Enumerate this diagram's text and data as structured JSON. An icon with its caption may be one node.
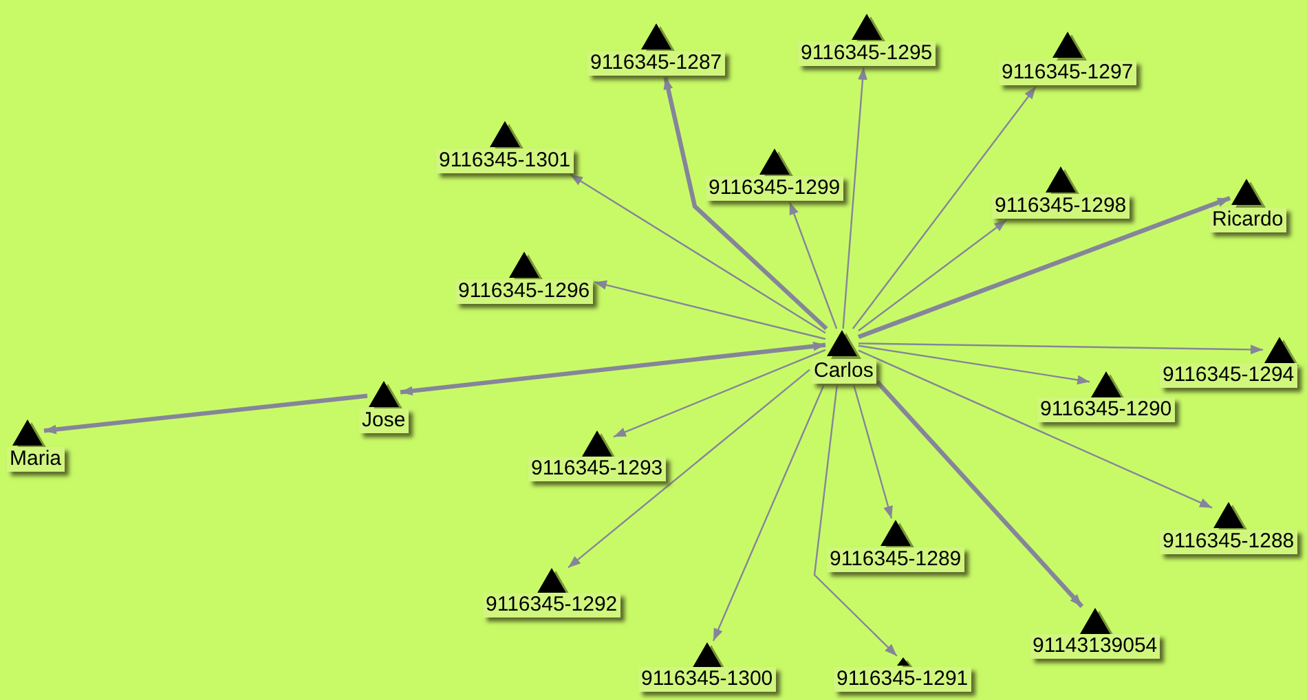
{
  "diagram": {
    "nodes": [
      {
        "text": [
          "9116345-1287"
        ]
      },
      {
        "text": [
          "9116345-1295"
        ]
      },
      {
        "text": [
          "9116345-1297"
        ]
      },
      {
        "text": [
          "9116345-1301"
        ]
      },
      {
        "text": [
          "9116345-1299"
        ]
      },
      {
        "text": [
          "9116345-1298"
        ]
      },
      {
        "text": [
          "Ricardo"
        ]
      },
      {
        "text": [
          "9116345-1296"
        ]
      },
      {
        "text": [
          "Carlos"
        ]
      },
      {
        "text": [
          "9116345-1294"
        ]
      },
      {
        "text": [
          "9116345-1290"
        ]
      },
      {
        "text": [
          "Jose"
        ]
      },
      {
        "text": [
          "Maria"
        ]
      },
      {
        "text": [
          "9116345-1293"
        ]
      },
      {
        "text": [
          "9116345-1288"
        ]
      },
      {
        "text": [
          "9116345-1289"
        ]
      },
      {
        "text": [
          "9116345-1292"
        ]
      },
      {
        "text": [
          "91143139054"
        ]
      },
      {
        "text": [
          "9116345-1300"
        ]
      },
      {
        "text": [
          "9116345-1291"
        ]
      }
    ],
    "edges": [
      {
        "from": 8,
        "to": 0,
        "arrow": "to",
        "style": "thick"
      },
      {
        "from": 8,
        "to": 1,
        "arrow": "to"
      },
      {
        "from": 8,
        "to": 2,
        "arrow": "to"
      },
      {
        "from": 8,
        "to": 3,
        "arrow": "to"
      },
      {
        "from": 8,
        "to": 4,
        "arrow": "to"
      },
      {
        "from": 8,
        "to": 5,
        "arrow": "to"
      },
      {
        "from": 8,
        "to": 6,
        "arrow": "to",
        "style": "thick"
      },
      {
        "from": 8,
        "to": 7,
        "arrow": "to"
      },
      {
        "from": 8,
        "to": 9,
        "arrow": "to"
      },
      {
        "from": 8,
        "to": 10,
        "arrow": "to"
      },
      {
        "from": 8,
        "to": 11,
        "arrow": "both",
        "style": "thick"
      },
      {
        "from": 11,
        "to": 12,
        "arrow": "to",
        "style": "thick"
      },
      {
        "from": 8,
        "to": 13,
        "arrow": "to"
      },
      {
        "from": 8,
        "to": 14,
        "arrow": "to"
      },
      {
        "from": 8,
        "to": 15,
        "arrow": "to"
      },
      {
        "from": 8,
        "to": 16,
        "arrow": "to"
      },
      {
        "from": 8,
        "to": 17,
        "arrow": "to",
        "style": "thick"
      },
      {
        "from": 8,
        "to": 18,
        "arrow": "to"
      },
      {
        "from": 8,
        "to": 19,
        "arrow": "to"
      }
    ]
  }
}
